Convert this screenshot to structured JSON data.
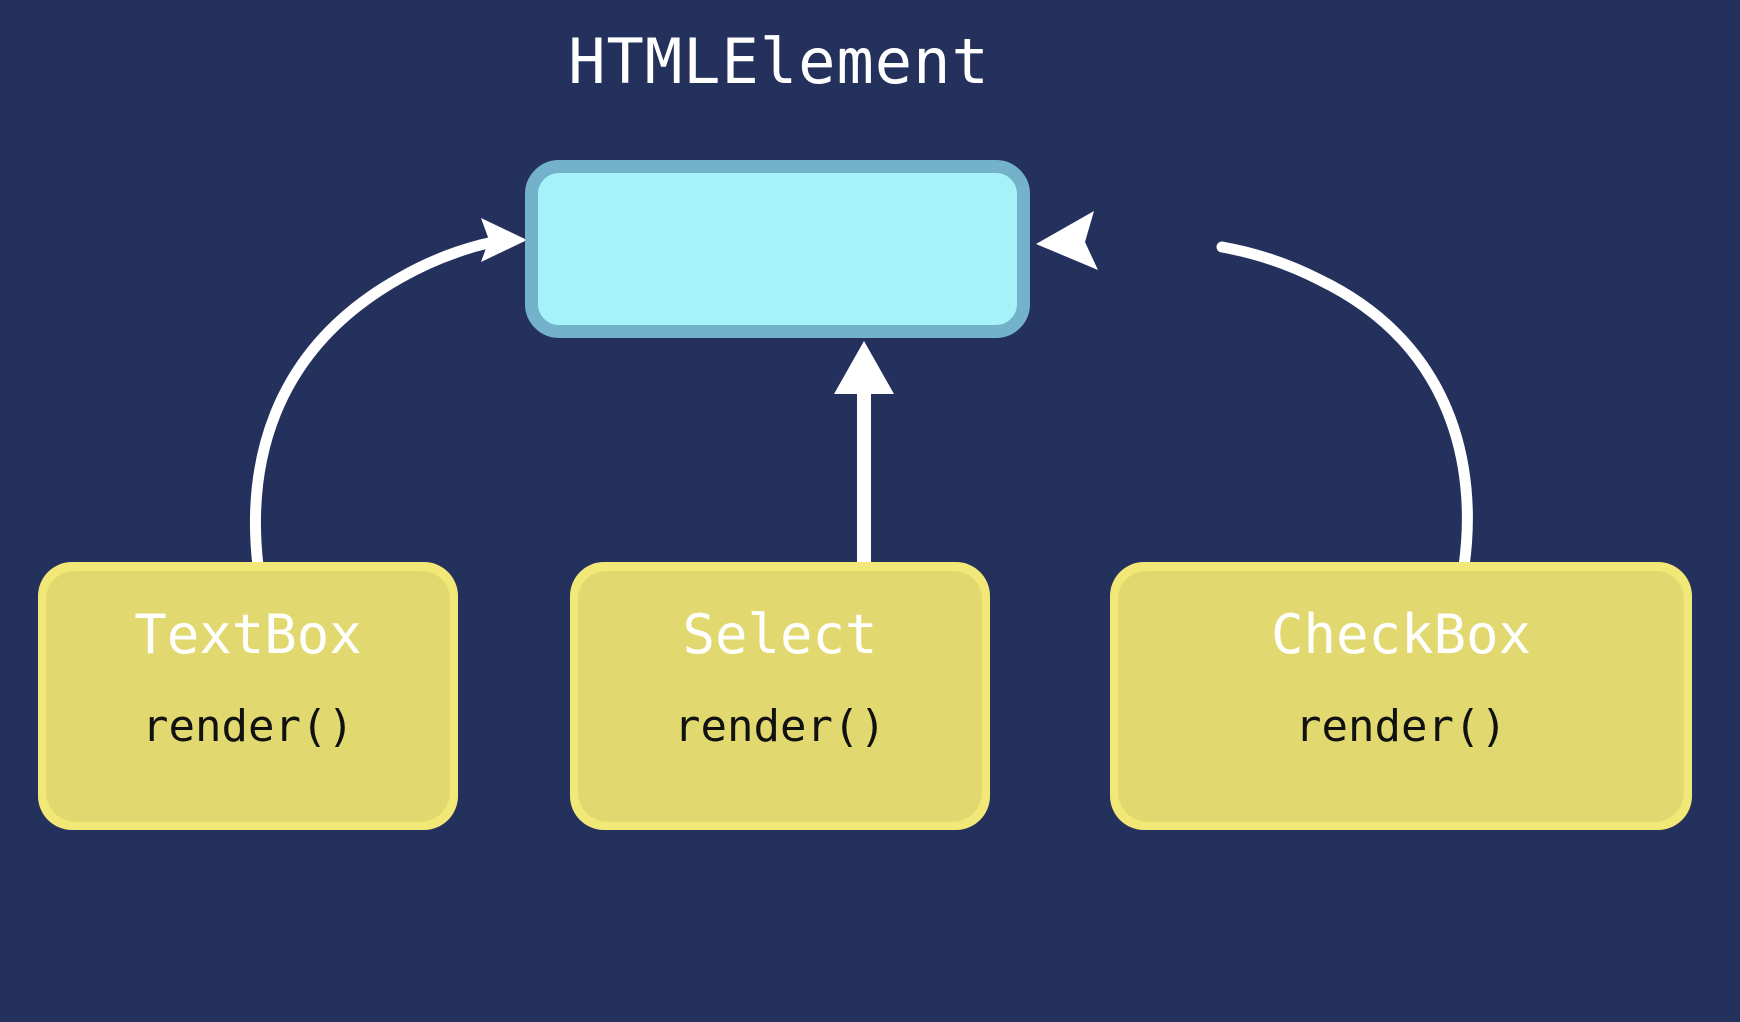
{
  "diagram": {
    "title": "HTMLElement",
    "type": "uml-class-inheritance",
    "background_color": "#24315c",
    "parent": {
      "name": "HTMLElement",
      "fill_color": "#a5f3f8",
      "border_color": "#74b2cc",
      "label": ""
    },
    "children": [
      {
        "id": "textbox",
        "title": "TextBox",
        "method": "render()",
        "fill_color": "#e1d96f",
        "outer_color": "#f2e877",
        "title_color": "#ffffff",
        "method_color": "#111111",
        "arrow": "curved-left"
      },
      {
        "id": "select",
        "title": "Select",
        "method": "render()",
        "fill_color": "#e1d96f",
        "outer_color": "#f2e877",
        "title_color": "#ffffff",
        "method_color": "#111111",
        "arrow": "straight-vertical"
      },
      {
        "id": "checkbox",
        "title": "CheckBox",
        "method": "render()",
        "fill_color": "#e1d96f",
        "outer_color": "#f2e877",
        "title_color": "#ffffff",
        "method_color": "#111111",
        "arrow": "curved-right"
      }
    ],
    "arrow_color": "#ffffff"
  }
}
